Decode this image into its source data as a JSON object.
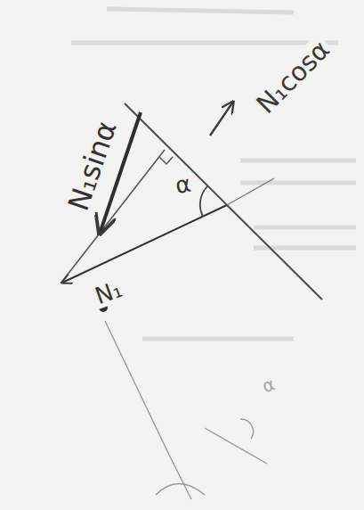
{
  "diagram": {
    "labels": [
      "N₁sinα",
      "N₁cosα",
      "α",
      "N₁",
      "α"
    ]
  }
}
